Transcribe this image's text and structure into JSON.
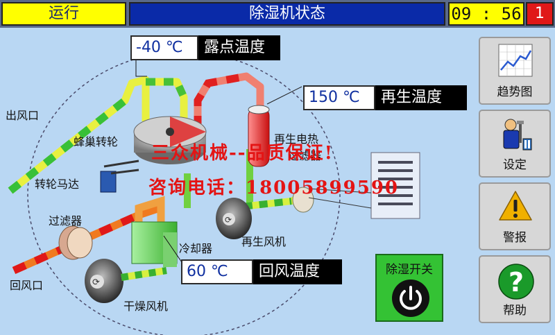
{
  "header": {
    "status": "运行",
    "title": "除湿机状态",
    "time": "09 : 56",
    "alarm_count": "1"
  },
  "readouts": {
    "dew_point": {
      "value": "-40 ℃",
      "label": "露点温度"
    },
    "regen_temp": {
      "value": "150 ℃",
      "label": "再生温度"
    },
    "return_temp": {
      "value": "60  ℃",
      "label": "回风温度"
    }
  },
  "diagram_labels": {
    "outlet": "出风口",
    "honeycomb_rotor": "蜂巢转轮",
    "rotor_motor": "转轮马达",
    "filter": "过滤器",
    "return_inlet": "回风口",
    "regen_heater": "再生电热",
    "regen_filter": "过滤器",
    "cooler": "冷却器",
    "regen_fan": "再生风机",
    "dry_fan": "干燥风机"
  },
  "watermark": {
    "line1": "三众机械--品质保证!",
    "line2": "咨询电话：18005899590"
  },
  "power": {
    "label": "除湿开关"
  },
  "menu": {
    "trend": "趋势图",
    "settings": "设定",
    "alarm": "警报",
    "help": "帮助"
  },
  "colors": {
    "status_bg": "#ffff00",
    "title_bg": "#0a2aa8",
    "alarm_bg": "#e01818",
    "page_bg": "#b9d7f3",
    "power_bg": "#34c234"
  }
}
